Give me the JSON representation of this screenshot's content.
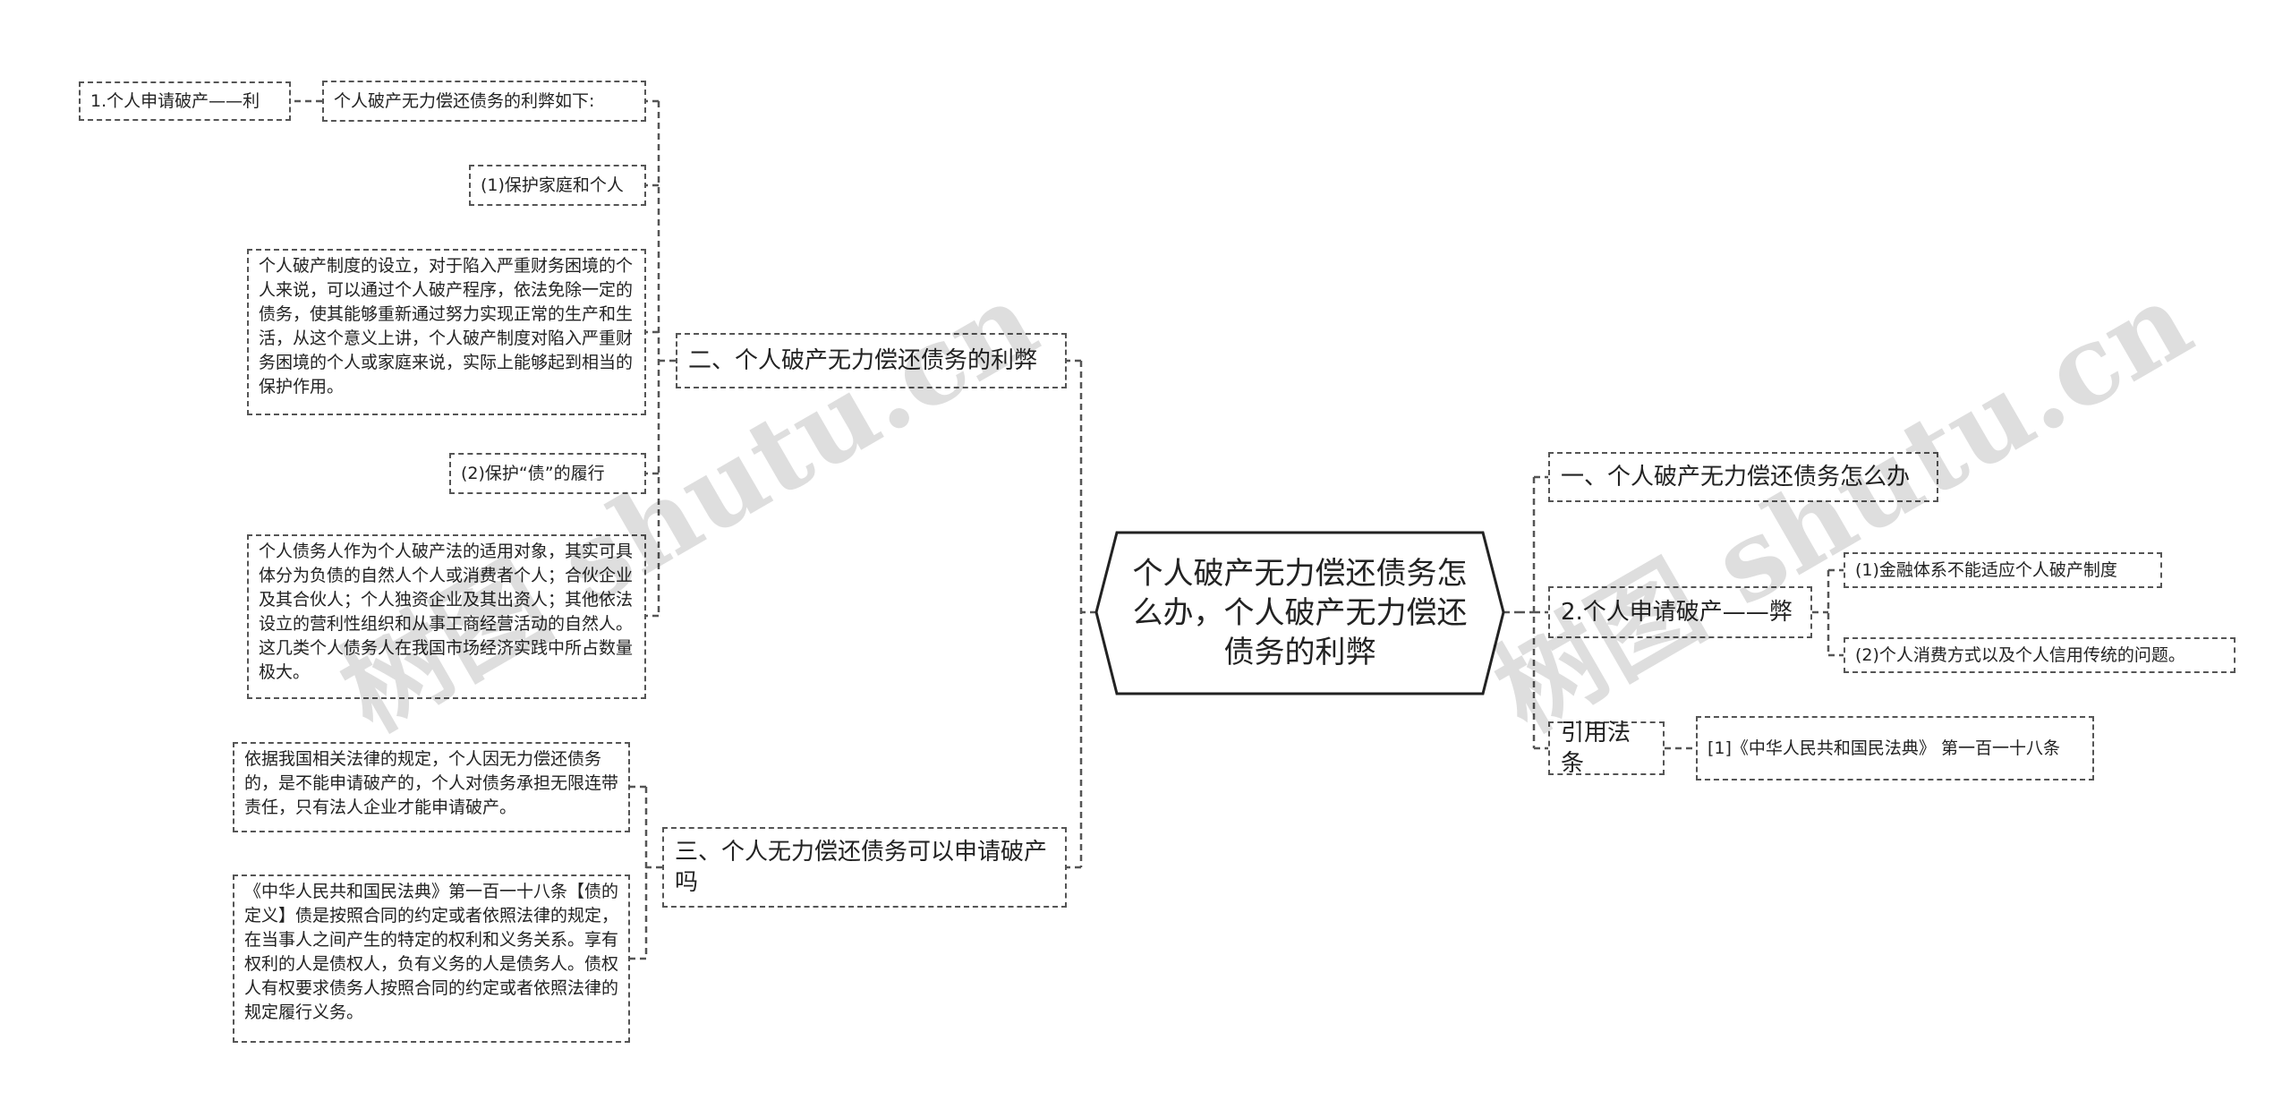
{
  "root": {
    "title": "个人破产无力偿还债务怎么办，个人破产无力偿还债务的利弊"
  },
  "right_branches": {
    "how": {
      "label": "一、个人破产无力偿还债务怎么办"
    },
    "cons": {
      "label": "2.个人申请破产——弊",
      "items": [
        "(1)金融体系不能适应个人破产制度",
        "(2)个人消费方式以及个人信用传统的问题。"
      ]
    },
    "refs": {
      "label": "引用法条",
      "items": [
        "[1]《中华人民共和国民法典》 第一百一十八条"
      ]
    }
  },
  "left_branches": {
    "pros_cons": {
      "label": "二、个人破产无力偿还债务的利弊",
      "intro": "个人破产无力偿还债务的利弊如下:",
      "pros_title": "1.个人申请破产——利",
      "item1_title": "(1)保护家庭和个人",
      "item1_text": "个人破产制度的设立，对于陷入严重财务困境的个人来说，可以通过个人破产程序，依法免除一定的债务，使其能够重新通过努力实现正常的生产和生活，从这个意义上讲，个人破产制度对陷入严重财务困境的个人或家庭来说，实际上能够起到相当的保护作用。",
      "item2_title": "(2)保护“债”的履行",
      "item2_text": "个人债务人作为个人破产法的适用对象，其实可具体分为负债的自然人个人或消费者个人；合伙企业及其合伙人；个人独资企业及其出资人；其他依法设立的营利性组织和从事工商经营活动的自然人。这几类个人债务人在我国市场经济实践中所占数量极大。"
    },
    "can_apply": {
      "label": "三、个人无力偿还债务可以申请破产吗",
      "text1": "依据我国相关法律的规定，个人因无力偿还债务的，是不能申请破产的，个人对债务承担无限连带责任，只有法人企业才能申请破产。",
      "text2": "《中华人民共和国民法典》第一百一十八条【债的定义】债是按照合同的约定或者依照法律的规定，在当事人之间产生的特定的权利和义务关系。享有权利的人是债权人，负有义务的人是债务人。债权人有权要求债务人按照合同的约定或者依照法律的规定履行义务。"
    }
  },
  "watermarks": [
    "树图 shutu.cn",
    "树图 shutu.cn"
  ],
  "colors": {
    "line": "#555555",
    "text": "#222222",
    "watermark": "#dddddd"
  }
}
